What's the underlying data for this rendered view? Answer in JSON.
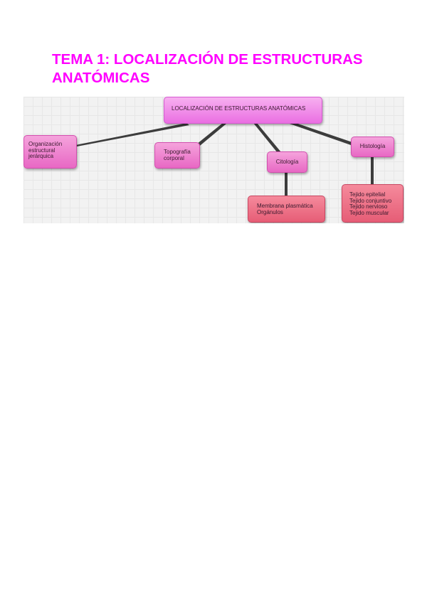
{
  "page": {
    "title": "TEMA 1: LOCALIZACIÓN DE ESTRUCTURAS ANATÓMICAS"
  },
  "colors": {
    "title": "#ff00ff",
    "node_pink": "#ee7fcf",
    "node_root": "#f08ae8",
    "node_red": "#ec6f85",
    "edge": "#3c3c3c",
    "canvas": "#f2f2f2"
  },
  "concept_map": {
    "root": "LOCALIZACIÓN DE ESTRUCTURAS ANATÓMICAS",
    "organizacion": [
      "Organización",
      "estructural",
      "jerárquica"
    ],
    "topografia": [
      "Topografía",
      "corporal"
    ],
    "citologia": "Citología",
    "histologia": "Histología",
    "citologia_detalle": [
      "Membrana plasmática",
      "Orgánulos"
    ],
    "histologia_detalle": [
      "Tejido epitelial",
      "Tejido conjuntivo",
      "Tejido nervioso",
      "Tejido muscular"
    ]
  }
}
